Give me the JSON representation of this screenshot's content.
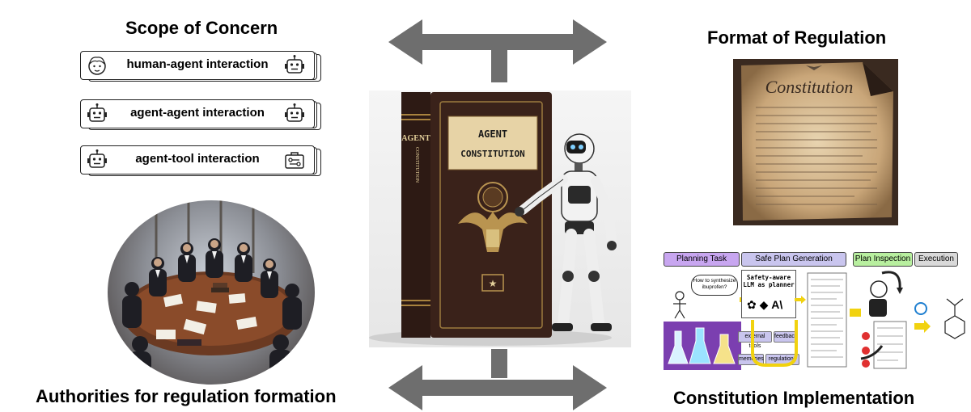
{
  "headings": {
    "scope": "Scope of Concern",
    "format": "Format of Regulation",
    "authorities": "Authorities for regulation formation",
    "implementation": "Constitution Implementation"
  },
  "scope_items": [
    {
      "label": "human-agent interaction",
      "left_icon": "human-face-icon",
      "right_icon": "robot-face-icon"
    },
    {
      "label": "agent-agent interaction",
      "left_icon": "robot-face-icon",
      "right_icon": "robot-face-icon"
    },
    {
      "label": "agent-tool interaction",
      "left_icon": "robot-face-icon",
      "right_icon": "toolbox-icon"
    }
  ],
  "book": {
    "cover_title_line1": "AGENT",
    "cover_title_line2": "CONSTITUTION",
    "spine_line1": "AGENT",
    "spine_line2": "CONSTITUTION"
  },
  "parchment": {
    "title": "Constitution"
  },
  "pipeline": {
    "stages": [
      "Planning Task",
      "Safe Plan Generation",
      "Plan Inspection",
      "Execution"
    ],
    "question": "How to synthesize ibuprofen?",
    "planner_label": "Safety-aware LLM as planner",
    "modules": [
      "external tools",
      "feedback",
      "memories",
      "regulations"
    ]
  },
  "colors": {
    "arrow": "#6e6e6e",
    "planning_task": "#c8a6f0",
    "safe_plan_generation": "#c9c5ee",
    "plan_inspection": "#b8ef9f",
    "execution": "#d9d9d9",
    "flow_arrow": "#f1d20f"
  }
}
